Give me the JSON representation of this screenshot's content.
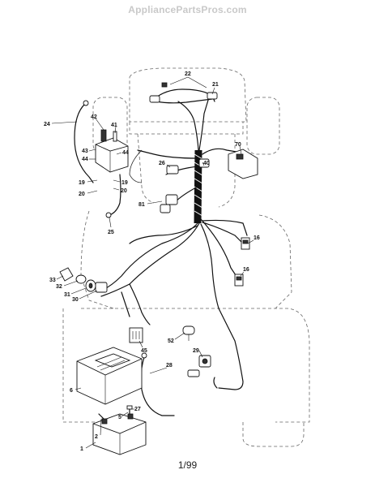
{
  "watermark": "AppliancePartsPros.com",
  "page_number": "1/99",
  "callouts": {
    "c22": "22",
    "c21": "21",
    "c24": "24",
    "c42": "42",
    "c41": "41",
    "c43": "43",
    "c44a": "44",
    "c44b": "44",
    "c19a": "19",
    "c19b": "19",
    "c20a": "20",
    "c20b": "20",
    "c26": "26",
    "c40": "40",
    "c70": "70",
    "c81": "81",
    "c25": "25",
    "c16a": "16",
    "c16b": "16",
    "c33": "33",
    "c32": "32",
    "c31": "31",
    "c30": "30",
    "c45": "45",
    "c52": "52",
    "c29": "29",
    "c28": "28",
    "c6": "6",
    "c27": "27",
    "c5": "5",
    "c2": "2",
    "c1": "1"
  }
}
